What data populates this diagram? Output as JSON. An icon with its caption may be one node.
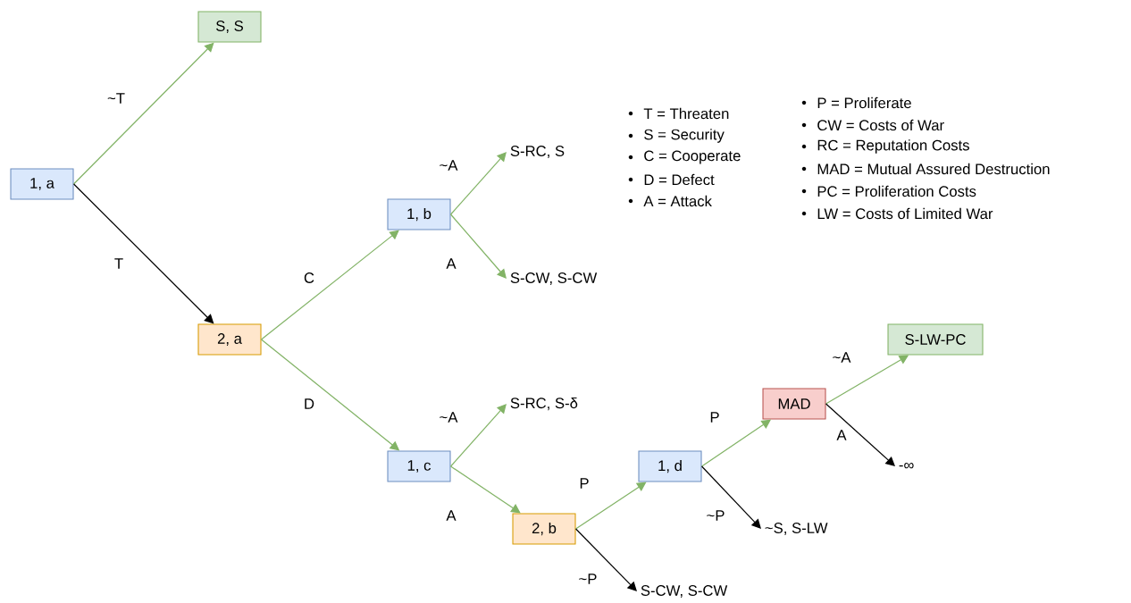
{
  "diagram": {
    "nodes": [
      {
        "text": [
          "1, a"
        ]
      },
      {
        "text": [
          "S, S"
        ]
      },
      {
        "text": [
          "2, a"
        ]
      },
      {
        "text": [
          "1, b"
        ]
      },
      {
        "text": [
          "S-RC, S"
        ]
      },
      {
        "text": [
          "S-CW, S-CW"
        ]
      },
      {
        "text": [
          "1, c"
        ]
      },
      {
        "text": [
          "S-RC, S-δ"
        ]
      },
      {
        "text": [
          "2, b"
        ]
      },
      {
        "text": [
          "S-CW, S-CW"
        ]
      },
      {
        "text": [
          "1, d"
        ]
      },
      {
        "text": [
          "MAD"
        ]
      },
      {
        "text": [
          "~S, S-LW"
        ]
      },
      {
        "text": [
          "S-LW-PC"
        ]
      },
      {
        "text": [
          "-∞"
        ]
      }
    ],
    "edges": [
      {
        "from": 0,
        "to": 1,
        "arrow": "to",
        "label": "~T"
      },
      {
        "from": 0,
        "to": 2,
        "arrow": "to",
        "label": "T",
        "color": "#000000"
      },
      {
        "from": 2,
        "to": 3,
        "arrow": "to",
        "label": "C"
      },
      {
        "from": 2,
        "to": 6,
        "arrow": "to",
        "label": "D"
      },
      {
        "from": 3,
        "to": 4,
        "arrow": "to",
        "label": "~A"
      },
      {
        "from": 3,
        "to": 5,
        "arrow": "to",
        "label": "A"
      },
      {
        "from": 6,
        "to": 7,
        "arrow": "to",
        "label": "~A"
      },
      {
        "from": 6,
        "to": 8,
        "arrow": "to",
        "label": "A"
      },
      {
        "from": 8,
        "to": 10,
        "arrow": "to",
        "label": "P"
      },
      {
        "from": 8,
        "to": 9,
        "arrow": "to",
        "label": "~P",
        "color": "#000000"
      },
      {
        "from": 10,
        "to": 11,
        "arrow": "to",
        "label": "P"
      },
      {
        "from": 10,
        "to": 12,
        "arrow": "to",
        "label": "~P",
        "color": "#000000"
      },
      {
        "from": 11,
        "to": 13,
        "arrow": "to",
        "label": "~A"
      },
      {
        "from": 11,
        "to": 14,
        "arrow": "to",
        "label": "A",
        "color": "#000000"
      }
    ],
    "labels": [
      "T = Threaten",
      "S = Security",
      "C = Cooperate",
      "D = Defect",
      "A = Attack",
      "P = Proliferate",
      "CW = Costs of War",
      "RC = Reputation Costs",
      "MAD = Mutual Assured Destruction",
      "PC = Proliferation Costs",
      "LW = Costs of Limited War"
    ]
  }
}
